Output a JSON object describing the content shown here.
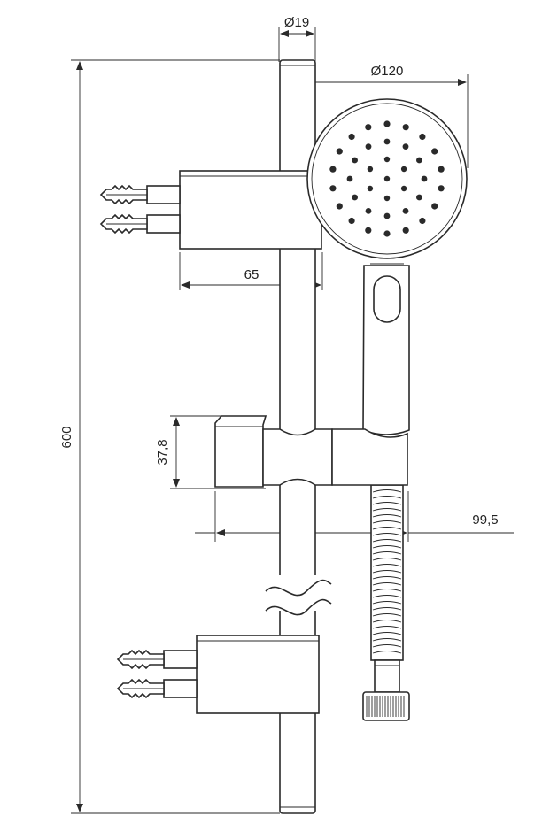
{
  "dimensions": {
    "bar_diameter": "Ø19",
    "head_diameter": "Ø120",
    "bracket_depth": "65",
    "total_height": "600",
    "slider_height": "37,8",
    "slider_depth": "99,5"
  },
  "colors": {
    "line": "#2a2a2a",
    "background": "#ffffff"
  }
}
